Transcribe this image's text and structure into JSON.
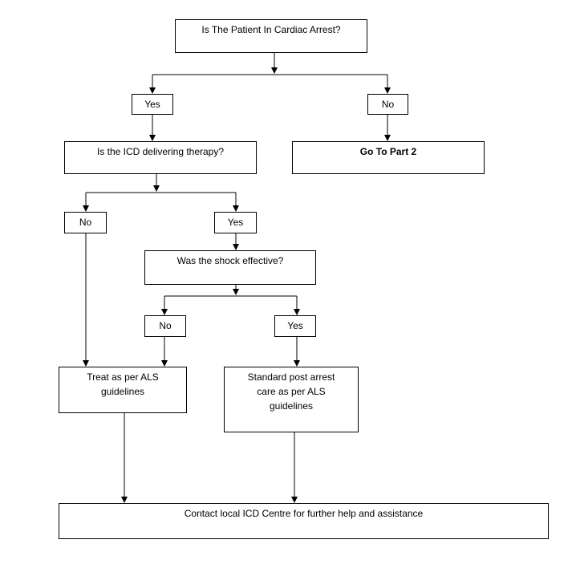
{
  "nodes": {
    "q_cardiac": "Is The Patient In Cardiac Arrest?",
    "yes_1": "Yes",
    "no_1": "No",
    "q_icd": "Is the ICD delivering therapy?",
    "go_part2": "Go To Part 2",
    "no_2": "No",
    "yes_2": "Yes",
    "q_shock": "Was the shock effective?",
    "no_3": "No",
    "yes_3": "Yes",
    "treat_als": "Treat  as per ALS guidelines",
    "standard_post": "Standard post arrest care as per ALS guidelines",
    "contact_icd": "Contact local ICD Centre for further help and assistance"
  },
  "colors": {
    "line": "#000000",
    "box_border": "#000000",
    "background": "#ffffff"
  }
}
